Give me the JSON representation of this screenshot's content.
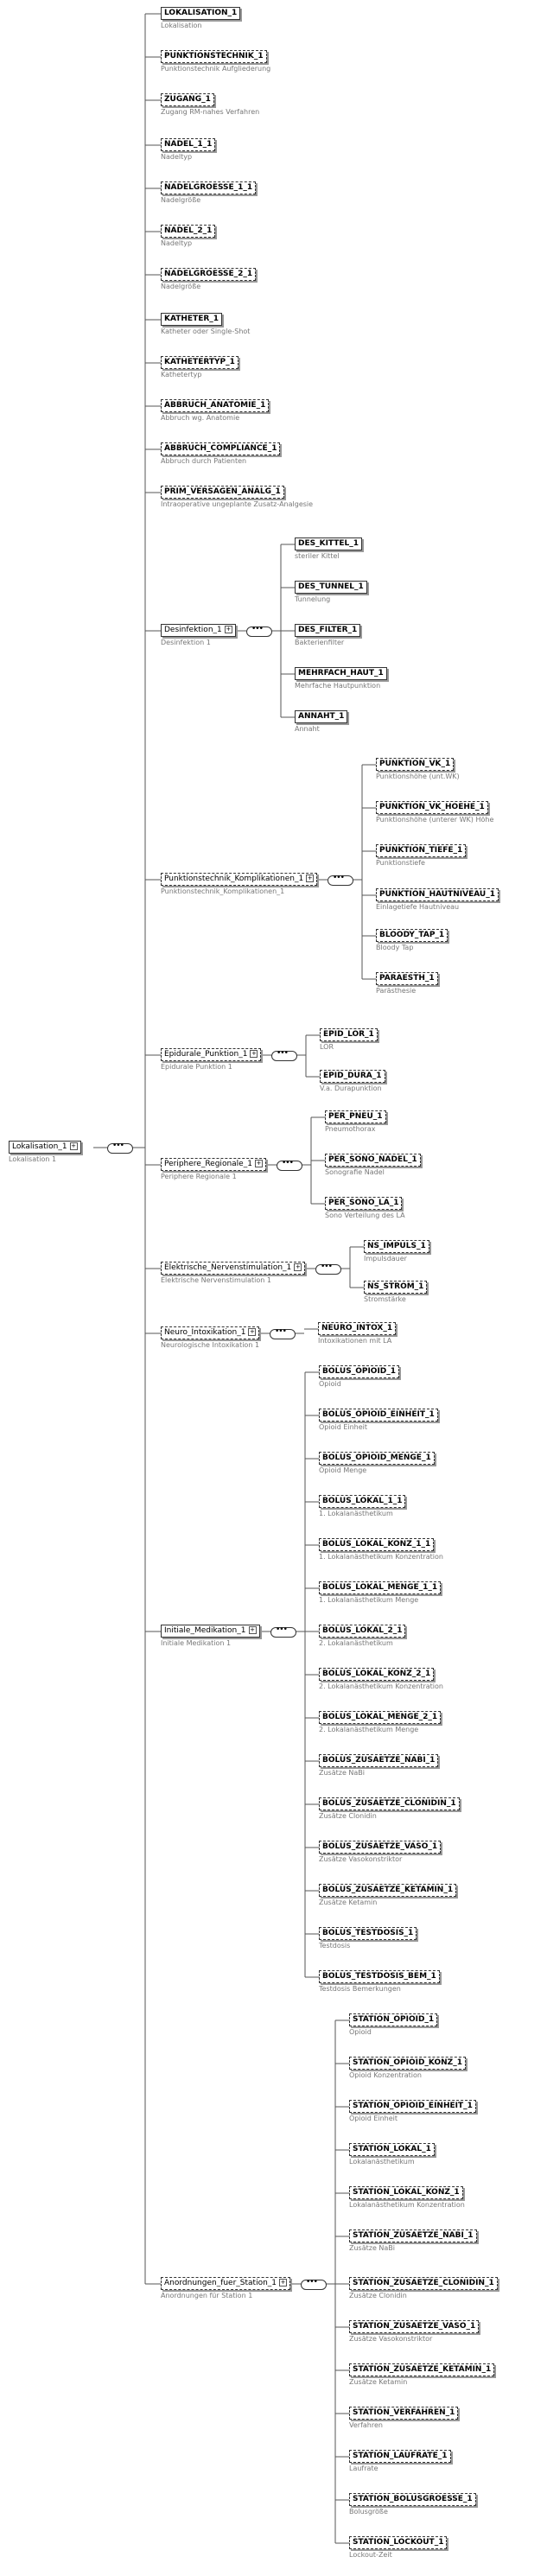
{
  "root": {
    "label": "Lokalisation_1",
    "desc": "Lokalisation 1"
  },
  "items": [
    {
      "label": "LOKALISATION_1",
      "desc": "Lokalisation",
      "opt": false
    },
    {
      "label": "PUNKTIONSTECHNIK_1",
      "desc": "Punktionstechnik Aufgliederung",
      "opt": true
    },
    {
      "label": "ZUGANG_1",
      "desc": "Zugang RM-nahes Verfahren",
      "opt": true
    },
    {
      "label": "NADEL_1_1",
      "desc": "Nadeltyp",
      "opt": true
    },
    {
      "label": "NADELGROESSE_1_1",
      "desc": "Nadelgröße",
      "opt": true
    },
    {
      "label": "NADEL_2_1",
      "desc": "Nadeltyp",
      "opt": true
    },
    {
      "label": "NADELGROESSE_2_1",
      "desc": "Nadelgröße",
      "opt": true
    },
    {
      "label": "KATHETER_1",
      "desc": "Katheter oder Single-Shot",
      "opt": false
    },
    {
      "label": "KATHETERTYP_1",
      "desc": "Kathetertyp",
      "opt": true
    },
    {
      "label": "ABBRUCH_ANATOMIE_1",
      "desc": "Abbruch wg. Anatomie",
      "opt": true
    },
    {
      "label": "ABBRUCH_COMPLIANCE_1",
      "desc": "Abbruch durch Patienten",
      "opt": true
    },
    {
      "label": "PRIM_VERSAGEN_ANALG_1",
      "desc": "Intraoperative ungeplante Zusatz-Analgesie",
      "opt": true
    }
  ],
  "groups": [
    {
      "label": "Desinfektion_1",
      "desc": "Desinfektion 1",
      "opt": false,
      "children": [
        {
          "label": "DES_KITTEL_1",
          "desc": "steriler Kittel",
          "opt": false
        },
        {
          "label": "DES_TUNNEL_1",
          "desc": "Tunnelung",
          "opt": false
        },
        {
          "label": "DES_FILTER_1",
          "desc": "Bakterienfilter",
          "opt": false
        },
        {
          "label": "MEHRFACH_HAUT_1",
          "desc": "Mehrfache Hautpunktion",
          "opt": false
        },
        {
          "label": "ANNAHT_1",
          "desc": "Annaht",
          "opt": false
        }
      ]
    },
    {
      "label": "Punktionstechnik_Komplikationen_1",
      "desc": "Punktionstechnik_Komplikationen_1",
      "opt": true,
      "children": [
        {
          "label": "PUNKTION_VK_1",
          "desc": "Punktionshöhe (unt.WK)",
          "opt": true
        },
        {
          "label": "PUNKTION_VK_HOEHE_1",
          "desc": "Punktionshöhe (unterer WK) Höhe",
          "opt": true
        },
        {
          "label": "PUNKTION_TIEFE_1",
          "desc": "Punktionstiefe",
          "opt": true
        },
        {
          "label": "PUNKTION_HAUTNIVEAU_1",
          "desc": "Einlagetiefe Hautniveau",
          "opt": true
        },
        {
          "label": "BLOODY_TAP_1",
          "desc": "Bloody Tap",
          "opt": true
        },
        {
          "label": "PARAESTH_1",
          "desc": "Parästhesie",
          "opt": true
        }
      ]
    },
    {
      "label": "Epidurale_Punktion_1",
      "desc": "Epidurale Punktion 1",
      "opt": true,
      "children": [
        {
          "label": "EPID_LOR_1",
          "desc": "LOR",
          "opt": true
        },
        {
          "label": "EPID_DURA_1",
          "desc": "V.a. Durapunktion",
          "opt": true
        }
      ]
    },
    {
      "label": "Periphere_Regionale_1",
      "desc": "Periphere Regionale 1",
      "opt": true,
      "children": [
        {
          "label": "PER_PNEU_1",
          "desc": "Pneumothorax",
          "opt": true
        },
        {
          "label": "PER_SONO_NADEL_1",
          "desc": "Sonografie Nadel",
          "opt": true
        },
        {
          "label": "PER_SONO_LA_1",
          "desc": "Sono Verteilung des LA",
          "opt": true
        }
      ]
    },
    {
      "label": "Elektrische_Nervenstimulation_1",
      "desc": "Elektrische Nervenstimulation 1",
      "opt": true,
      "children": [
        {
          "label": "NS_IMPULS_1",
          "desc": "Impulsdauer",
          "opt": true
        },
        {
          "label": "NS_STROM_1",
          "desc": "Stromstärke",
          "opt": true
        }
      ]
    },
    {
      "label": "Neuro_Intoxikation_1",
      "desc": "Neurologische Intoxikation 1",
      "opt": true,
      "single": true,
      "children": [
        {
          "label": "NEURO_INTOX_1",
          "desc": "Intoxikationen mit LA",
          "opt": true
        }
      ]
    },
    {
      "label": "Initiale_Medikation_1",
      "desc": "Initiale Medikation 1",
      "opt": false,
      "children": [
        {
          "label": "BOLUS_OPIOID_1",
          "desc": "Opioid",
          "opt": true
        },
        {
          "label": "BOLUS_OPIOID_EINHEIT_1",
          "desc": "Opioid Einheit",
          "opt": true
        },
        {
          "label": "BOLUS_OPIOID_MENGE_1",
          "desc": "Opioid Menge",
          "opt": true
        },
        {
          "label": "BOLUS_LOKAL_1_1",
          "desc": "1. Lokalanästhetikum",
          "opt": true
        },
        {
          "label": "BOLUS_LOKAL_KONZ_1_1",
          "desc": "1. Lokalanästhetikum Konzentration",
          "opt": true
        },
        {
          "label": "BOLUS_LOKAL_MENGE_1_1",
          "desc": "1. Lokalanästhetikum Menge",
          "opt": true
        },
        {
          "label": "BOLUS_LOKAL_2_1",
          "desc": "2. Lokalanästhetikum",
          "opt": true
        },
        {
          "label": "BOLUS_LOKAL_KONZ_2_1",
          "desc": "2. Lokalanästhetikum Konzentration",
          "opt": true
        },
        {
          "label": "BOLUS_LOKAL_MENGE_2_1",
          "desc": "2. Lokalanästhetikum Menge",
          "opt": true
        },
        {
          "label": "BOLUS_ZUSAETZE_NABI_1",
          "desc": "Zusätze NaBi",
          "opt": true
        },
        {
          "label": "BOLUS_ZUSAETZE_CLONIDIN_1",
          "desc": "Zusätze Clonidin",
          "opt": true
        },
        {
          "label": "BOLUS_ZUSAETZE_VASO_1",
          "desc": "Zusätze Vasokonstriktor",
          "opt": true
        },
        {
          "label": "BOLUS_ZUSAETZE_KETAMIN_1",
          "desc": "Zusätze Ketamin",
          "opt": true
        },
        {
          "label": "BOLUS_TESTDOSIS_1",
          "desc": "Testdosis",
          "opt": true
        },
        {
          "label": "BOLUS_TESTDOSIS_BEM_1",
          "desc": "Testdosis Bemerkungen",
          "opt": true
        }
      ]
    },
    {
      "label": "Anordnungen_fuer_Station_1",
      "desc": "Anordnungen für Station 1",
      "opt": true,
      "children": [
        {
          "label": "STATION_OPIOID_1",
          "desc": "Opioid",
          "opt": true
        },
        {
          "label": "STATION_OPIOID_KONZ_1",
          "desc": "Opioid Konzentration",
          "opt": true
        },
        {
          "label": "STATION_OPIOID_EINHEIT_1",
          "desc": "Opioid Einheit",
          "opt": true
        },
        {
          "label": "STATION_LOKAL_1",
          "desc": "Lokalanästhetikum",
          "opt": true
        },
        {
          "label": "STATION_LOKAL_KONZ_1",
          "desc": "Lokalanästhetikum Konzentration",
          "opt": true
        },
        {
          "label": "STATION_ZUSAETZE_NABI_1",
          "desc": "Zusätze NaBi",
          "opt": true
        },
        {
          "label": "STATION_ZUSAETZE_CLONIDIN_1",
          "desc": "Zusätze Clonidin",
          "opt": true
        },
        {
          "label": "STATION_ZUSAETZE_VASO_1",
          "desc": "Zusätze Vasokonstriktor",
          "opt": true
        },
        {
          "label": "STATION_ZUSAETZE_KETAMIN_1",
          "desc": "Zusätze Ketamin",
          "opt": true
        },
        {
          "label": "STATION_VERFAHREN_1",
          "desc": "Verfahren",
          "opt": true
        },
        {
          "label": "STATION_LAUFRATE_1",
          "desc": "Laufrate",
          "opt": true
        },
        {
          "label": "STATION_BOLUSGROESSE_1",
          "desc": "Bolusgröße",
          "opt": true
        },
        {
          "label": "STATION_LOCKOUT_1",
          "desc": "Lockout-Zeit",
          "opt": true
        }
      ]
    }
  ]
}
